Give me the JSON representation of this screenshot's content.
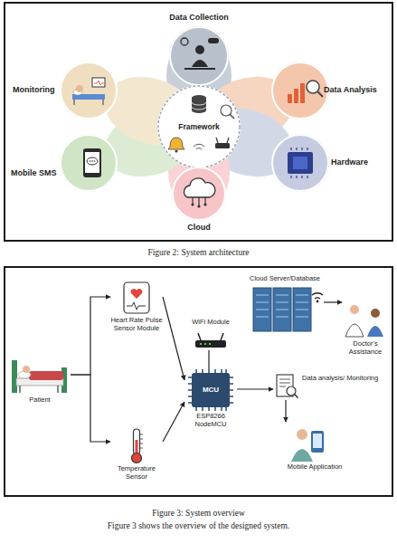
{
  "diagram": {
    "nodes": [
      {
        "text": [
          "Data Collection"
        ]
      },
      {
        "text": [
          "Monitoring"
        ]
      },
      {
        "text": [
          "Framework"
        ]
      },
      {
        "text": [
          "Data Analysis"
        ]
      },
      {
        "text": [
          "Mobile SMS"
        ]
      },
      {
        "text": [
          "Hardware"
        ]
      },
      {
        "text": [
          "Cloud"
        ]
      },
      {
        "text": [
          "Heart Rate Pulse Sensor Module"
        ]
      },
      {
        "text": [
          "Cloud Server/Database"
        ]
      },
      {
        "text": [
          "WiFi Module"
        ]
      },
      {
        "text": [
          "Doctor's Assistance"
        ]
      },
      {
        "text": [
          "Patient"
        ]
      },
      {
        "text": [
          "ESP8266 NodeMCU"
        ]
      },
      {
        "text": [
          "Data analysis/ Monitoring"
        ]
      },
      {
        "text": [
          "Mobile Application"
        ]
      },
      {
        "text": [
          "Temperature Sensor"
        ]
      }
    ],
    "edges": [
      {
        "from": 11,
        "to": 7,
        "arrow": "to"
      },
      {
        "from": 11,
        "to": 15,
        "arrow": "to"
      },
      {
        "from": 7,
        "to": 12,
        "arrow": "to"
      },
      {
        "from": 15,
        "to": 12,
        "arrow": "to"
      },
      {
        "from": 12,
        "to": 9,
        "arrow": "none"
      },
      {
        "from": 8,
        "to": 10,
        "arrow": "to"
      },
      {
        "from": 12,
        "to": 13,
        "arrow": "to"
      },
      {
        "from": 13,
        "to": 14,
        "arrow": "to"
      }
    ],
    "labels": [
      "Figure 2: System architecture",
      "MCU",
      "Figure 3: System overview",
      "Figure 3 shows the overview of the designed system."
    ]
  }
}
